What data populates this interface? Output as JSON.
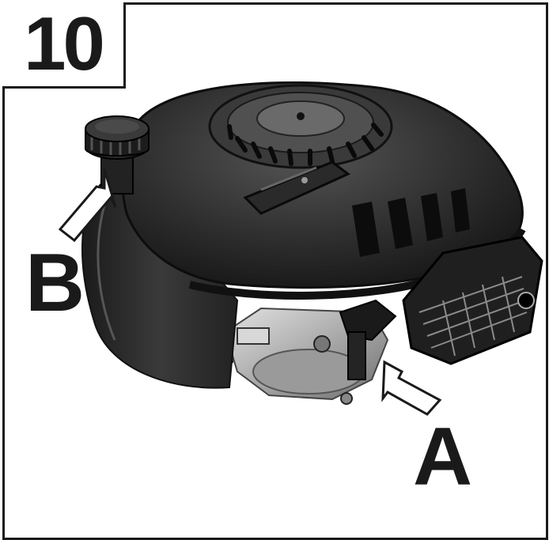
{
  "step_number": "10",
  "labels": {
    "a": "A",
    "b": "B"
  },
  "illustration": {
    "subject": "lawnmower-engine",
    "icons": [
      "arrow-b-icon",
      "arrow-a-icon",
      "oil-cap-icon",
      "air-filter-icon"
    ]
  },
  "colors": {
    "frame": "#1a1a1a",
    "background": "#ffffff",
    "engine_dark": "#2a2a2a",
    "engine_mid": "#4a4a4a",
    "metal": "#b8b8b8"
  }
}
